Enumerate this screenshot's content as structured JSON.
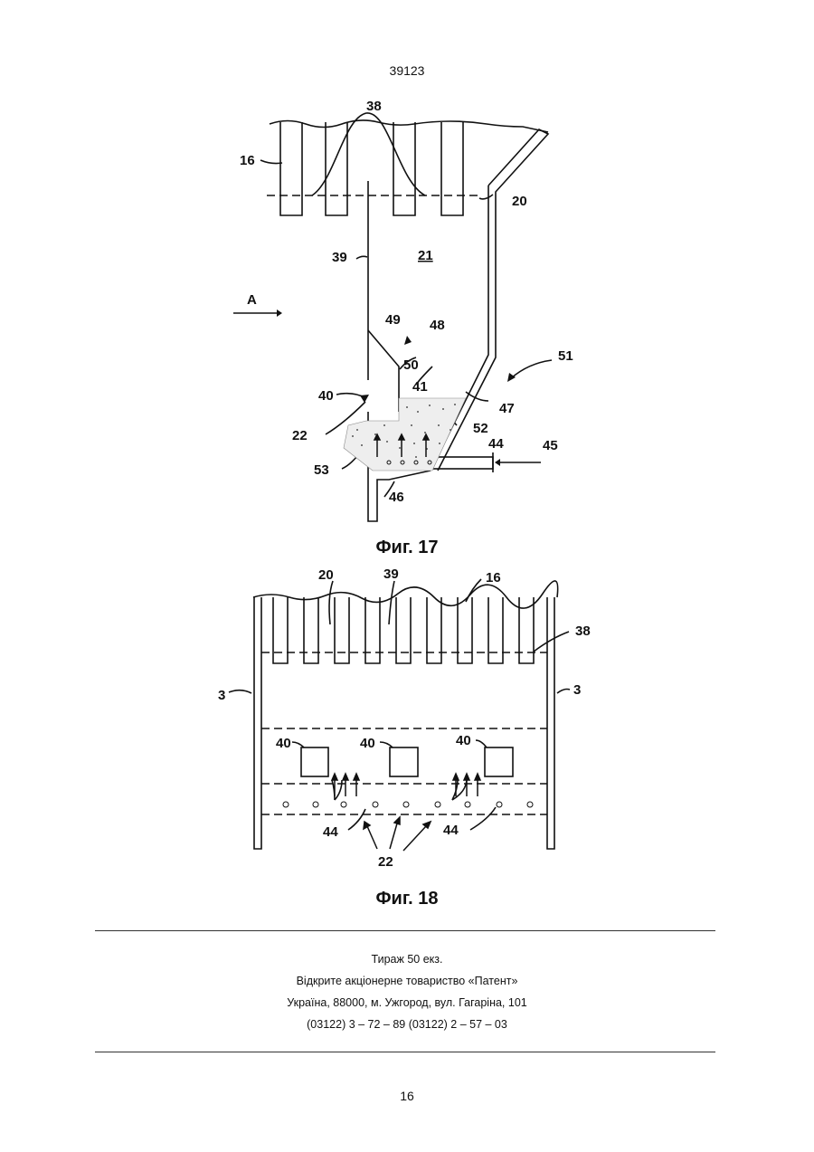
{
  "header": {
    "doc_number": "39123"
  },
  "figure17": {
    "caption": "Фиг. 17",
    "labels": {
      "l38": "38",
      "l16": "16",
      "l20": "20",
      "l39": "39",
      "l21": "21",
      "lA": "A",
      "l49": "49",
      "l48": "48",
      "l51": "51",
      "l50": "50",
      "l40": "40",
      "l41": "41",
      "l47": "47",
      "l22": "22",
      "l52": "52",
      "l44": "44",
      "l45": "45",
      "l53": "53",
      "l46": "46"
    }
  },
  "figure18": {
    "caption": "Фиг. 18",
    "labels": {
      "l20": "20",
      "l39": "39",
      "l16": "16",
      "l38": "38",
      "l3_left": "3",
      "l3_right": "3",
      "l40_a": "40",
      "l40_b": "40",
      "l40_c": "40",
      "l44_a": "44",
      "l44_b": "44",
      "l22": "22"
    }
  },
  "imprint": {
    "line1": "Тираж 50 екз.",
    "line2": "Відкрите акціонерне товариство «Патент»",
    "line3": "Україна, 88000, м. Ужгород, вул. Гагаріна, 101",
    "line4": "(03122) 3 – 72 – 89   (03122) 2 – 57 – 03"
  },
  "footer": {
    "page_number": "16"
  }
}
